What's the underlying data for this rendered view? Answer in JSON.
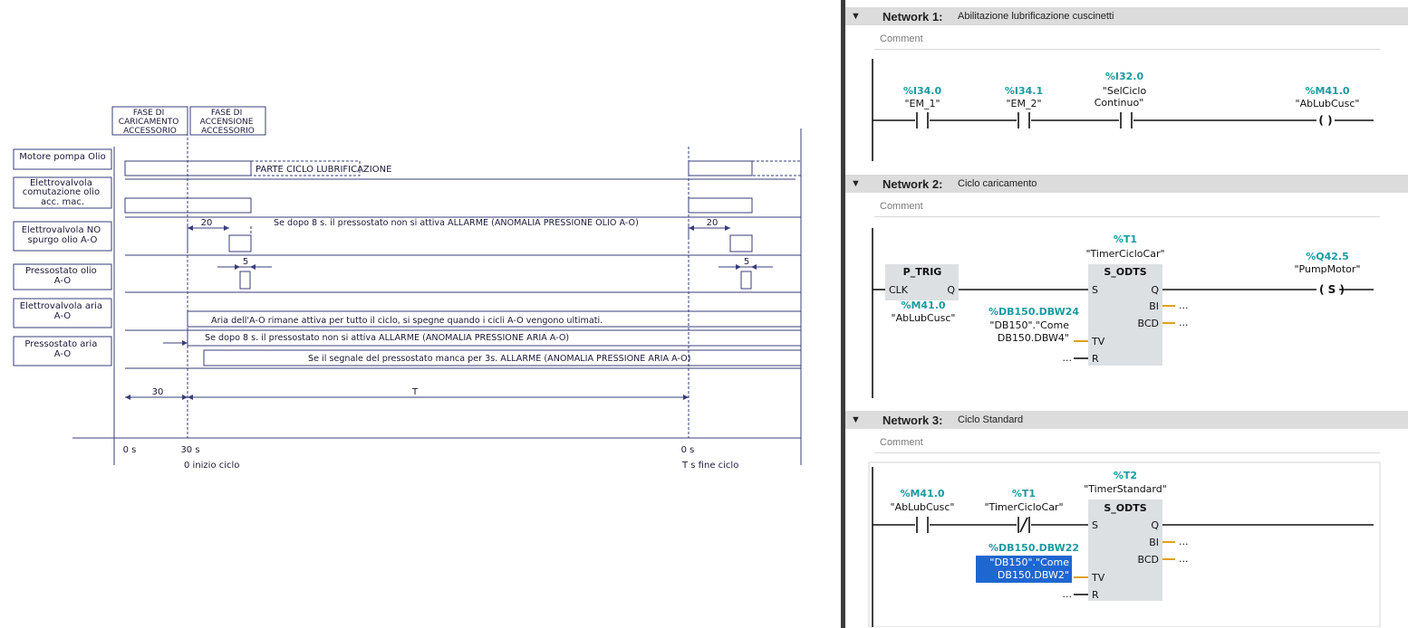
{
  "timing": {
    "col_headers": [
      {
        "lines": [
          "FASE DI",
          "CARICAMENTO",
          "ACCESSORIO"
        ]
      },
      {
        "lines": [
          "FASE DI",
          "ACCENSIONE",
          "ACCESSORIO"
        ]
      }
    ],
    "signals": [
      {
        "lines": [
          "Motore pompa Olio"
        ]
      },
      {
        "lines": [
          "Elettrovalvola",
          "comutazione olio",
          "acc. mac."
        ]
      },
      {
        "lines": [
          "Elettrovalvola NO",
          "spurgo olio A-O"
        ]
      },
      {
        "lines": [
          "Pressostato olio",
          "A-O"
        ]
      },
      {
        "lines": [
          "Elettrovalvola aria",
          "A-O"
        ]
      },
      {
        "lines": [
          "Pressostato aria",
          "A-O"
        ]
      }
    ],
    "annotations": {
      "lube_cycle": "PARTE CICLO LUBRIFICAZIONE",
      "valve_delay_1": "20",
      "valve_delay_2": "20",
      "oil_alarm": "Se dopo 8 s. il pressostato non si attiva ALLARME (ANOMALIA PRESSIONE OLIO A-O)",
      "oil_switch_1": "5",
      "oil_switch_2": "5",
      "air_valve_note": "Aria dell'A-O rimane attiva per tutto il ciclo, si spegne quando i cicli A-O vengono ultimati.",
      "air_alarm_1": "Se dopo 8 s. il pressostato non si attiva ALLARME (ANOMALIA PRESSIONE ARIA A-O)",
      "air_alarm_2": "Se il segnale del pressostato manca per 3s. ALLARME (ANOMALIA PRESSIONE ARIA A-O)",
      "span_load": "30",
      "span_cycle": "T"
    },
    "time_axis": [
      {
        "label": "0 s",
        "sub": ""
      },
      {
        "label": "30 s",
        "sub": "0 inizio ciclo"
      },
      {
        "label": "0 s",
        "sub": "T s fine ciclo"
      }
    ]
  },
  "networks": [
    {
      "expander": "▼",
      "number": "Network 1:",
      "title": "Abilitazione lubrificazione cuscinetti",
      "comment": "Comment",
      "contacts": [
        {
          "addr": "%I34.0",
          "tag": "\"EM_1\""
        },
        {
          "addr": "%I34.1",
          "tag": "\"EM_2\""
        },
        {
          "addr": "%I32.0",
          "tag": "\"SelCiclo",
          "tag2": "Continuo\""
        }
      ],
      "coil": {
        "addr": "%M41.0",
        "tag": "\"AbLubCusc\"",
        "symbol": "( )"
      }
    },
    {
      "expander": "▼",
      "number": "Network 2:",
      "title": "Ciclo caricamento",
      "comment": "Comment",
      "trig": {
        "name": "P_TRIG",
        "in": "CLK",
        "out": "Q",
        "addr": "%M41.0",
        "tag": "\"AbLubCusc\""
      },
      "timer": {
        "addr": "%T1",
        "tag": "\"TimerCicloCar\"",
        "type": "S_ODTS",
        "s": "S",
        "q": "Q",
        "bi": "BI",
        "bcd": "BCD",
        "tv": "TV",
        "r": "R",
        "dots": "..."
      },
      "tv_op": {
        "addr": "%DB150.DBW24",
        "tag": "\"DB150\".\"Come",
        "tag2": "DB150.DBW4\""
      },
      "coil": {
        "addr": "%Q42.5",
        "tag": "\"PumpMotor\"",
        "symbol": "S"
      }
    },
    {
      "expander": "▼",
      "number": "Network 3:",
      "title": "Ciclo Standard",
      "comment": "Comment",
      "contacts": [
        {
          "addr": "%M41.0",
          "tag": "\"AbLubCusc\""
        },
        {
          "addr": "%T1",
          "tag": "\"TimerCicloCar\""
        }
      ],
      "timer": {
        "addr": "%T2",
        "tag": "\"TimerStandard\"",
        "type": "S_ODTS",
        "s": "S",
        "q": "Q",
        "bi": "BI",
        "bcd": "BCD",
        "tv": "TV",
        "r": "R",
        "dots": "..."
      },
      "tv_op": {
        "addr": "%DB150.DBW22",
        "tag": "\"DB150\".\"Come",
        "tag2": "DB150.DBW2\""
      }
    }
  ],
  "colors": {
    "teal": "#1a9aa0",
    "timing_line": "#3a3d7a",
    "rung": "#111111",
    "stub": "#e0a020",
    "box": "#dde0e3",
    "selection": "#1e66d0",
    "header": "#dcdcdc"
  }
}
